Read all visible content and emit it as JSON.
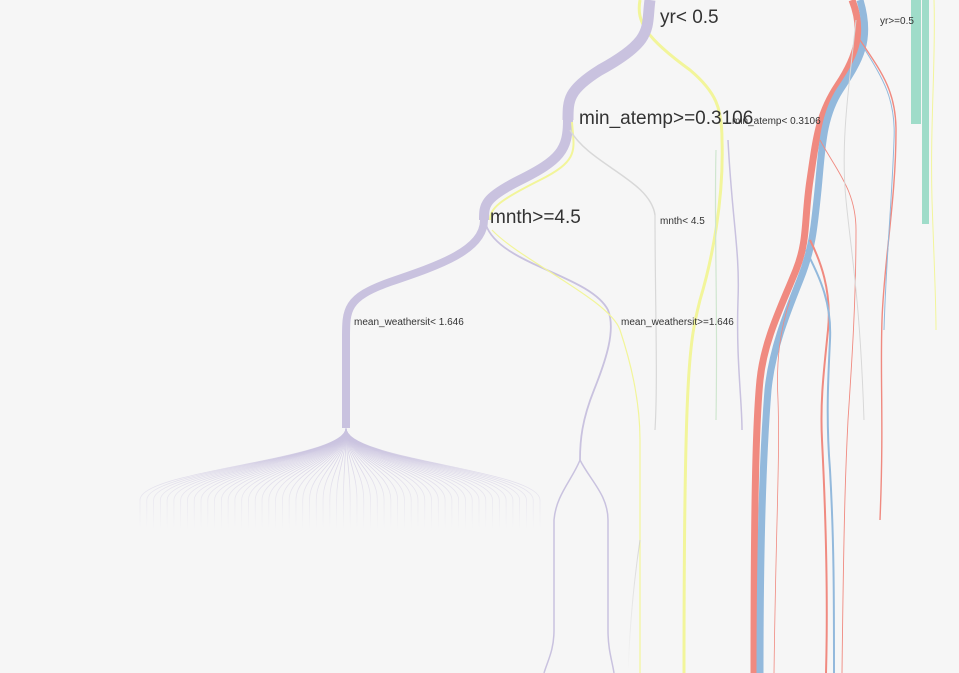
{
  "labels": {
    "yr_lt": "yr< 0.5",
    "yr_ge": "yr>=0.5",
    "min_atemp_ge": "min_atemp>=0.3106",
    "min_atemp_lt": "min_atemp< 0.3106",
    "mnth_ge": "mnth>=4.5",
    "mnth_lt": "mnth< 4.5",
    "weather_lt": "mean_weathersit< 1.646",
    "weather_ge": "mean_weathersit>=1.646"
  },
  "colors": {
    "background": "#f6f6f6",
    "purple": "#c9c2df",
    "yellow": "#f2f59a",
    "red": "#f08a80",
    "blue": "#93b9dc",
    "teal": "#9fdcc9",
    "grey": "#d8d8d8"
  }
}
